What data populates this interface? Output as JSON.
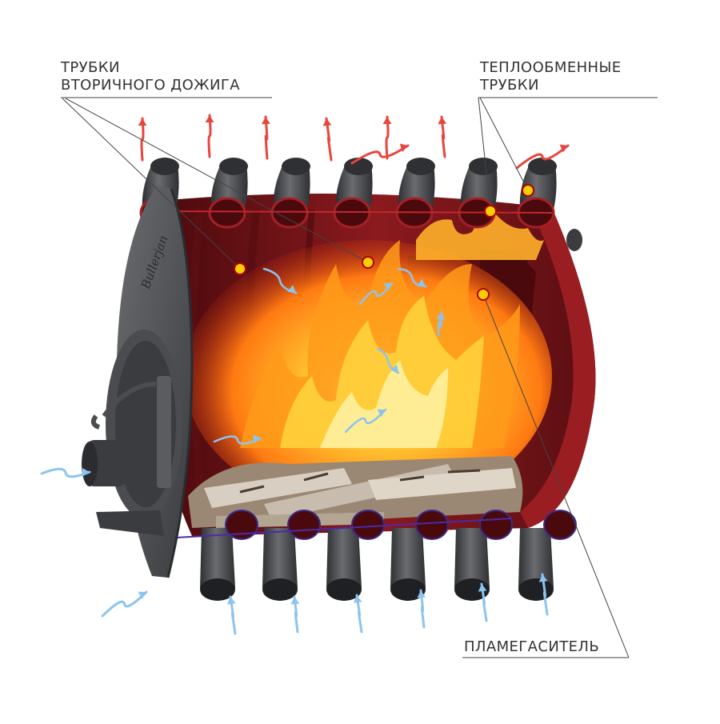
{
  "labels": {
    "secondary_burn_tubes": [
      "ТРУБКИ",
      "ВТОРИЧНОГО ДОЖИГА"
    ],
    "heat_exchange_tubes": [
      "ТЕПЛООБМЕННЫЕ",
      "ТРУБКИ"
    ],
    "flame_arrester": "ПЛАМЕГАСИТЕЛЬ"
  },
  "logo_text": "Bullerjan",
  "colors": {
    "firebox_red": "#7a1418",
    "firebox_dark": "#4a0a0d",
    "steel": "#5a5c60",
    "steel_dark": "#2e3034",
    "hot_air": "#e8453c",
    "cold_air": "#8cc4f0",
    "marker": "#f5d000",
    "leader_line": "#444444"
  }
}
